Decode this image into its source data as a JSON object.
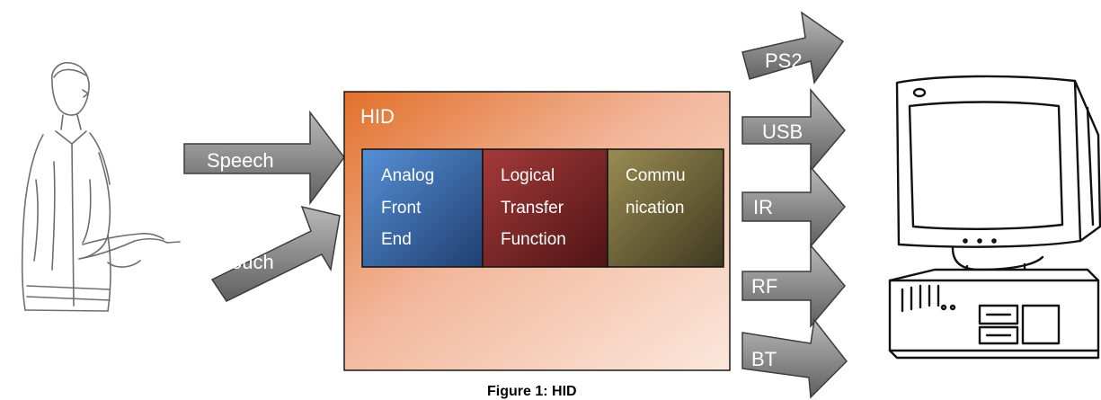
{
  "hid_box": {
    "title": "HID"
  },
  "blocks": [
    {
      "lines": [
        "Analog",
        "Front",
        "End"
      ]
    },
    {
      "lines": [
        "Logical",
        "Transfer",
        "Function"
      ]
    },
    {
      "lines": [
        "Commu",
        "nication"
      ]
    }
  ],
  "inputs": [
    {
      "label": "Speech"
    },
    {
      "label": "Touch"
    }
  ],
  "outputs": [
    {
      "label": "PS2"
    },
    {
      "label": "USB"
    },
    {
      "label": "IR"
    },
    {
      "label": "RF"
    },
    {
      "label": "BT"
    }
  ],
  "caption": "Figure 1: HID",
  "icons": {
    "person": "person-typing-illustration",
    "computer": "desktop-computer-illustration"
  }
}
